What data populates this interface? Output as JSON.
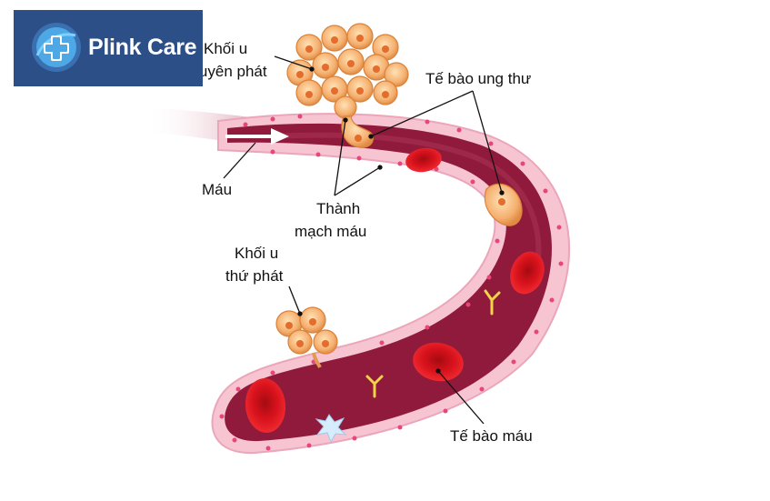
{
  "logo": {
    "text": "Plink Care"
  },
  "labels": {
    "primary_tumor_line1": "Khối u",
    "primary_tumor_line2": "nguyên phát",
    "cancer_cell": "Tế bào ung thư",
    "blood": "Máu",
    "vessel_wall_line1": "Thành",
    "vessel_wall_line2": "mạch máu",
    "secondary_tumor_line1": "Khối u",
    "secondary_tumor_line2": "thứ phát",
    "blood_cell": "Tế bào máu"
  },
  "colors": {
    "vessel_lumen": "#8f1a3c",
    "vessel_wall": "#f7c4d2",
    "red_blood_cell": "#d8121c",
    "tumor": "#f2a860",
    "logo_bg": "#2b4f86"
  }
}
